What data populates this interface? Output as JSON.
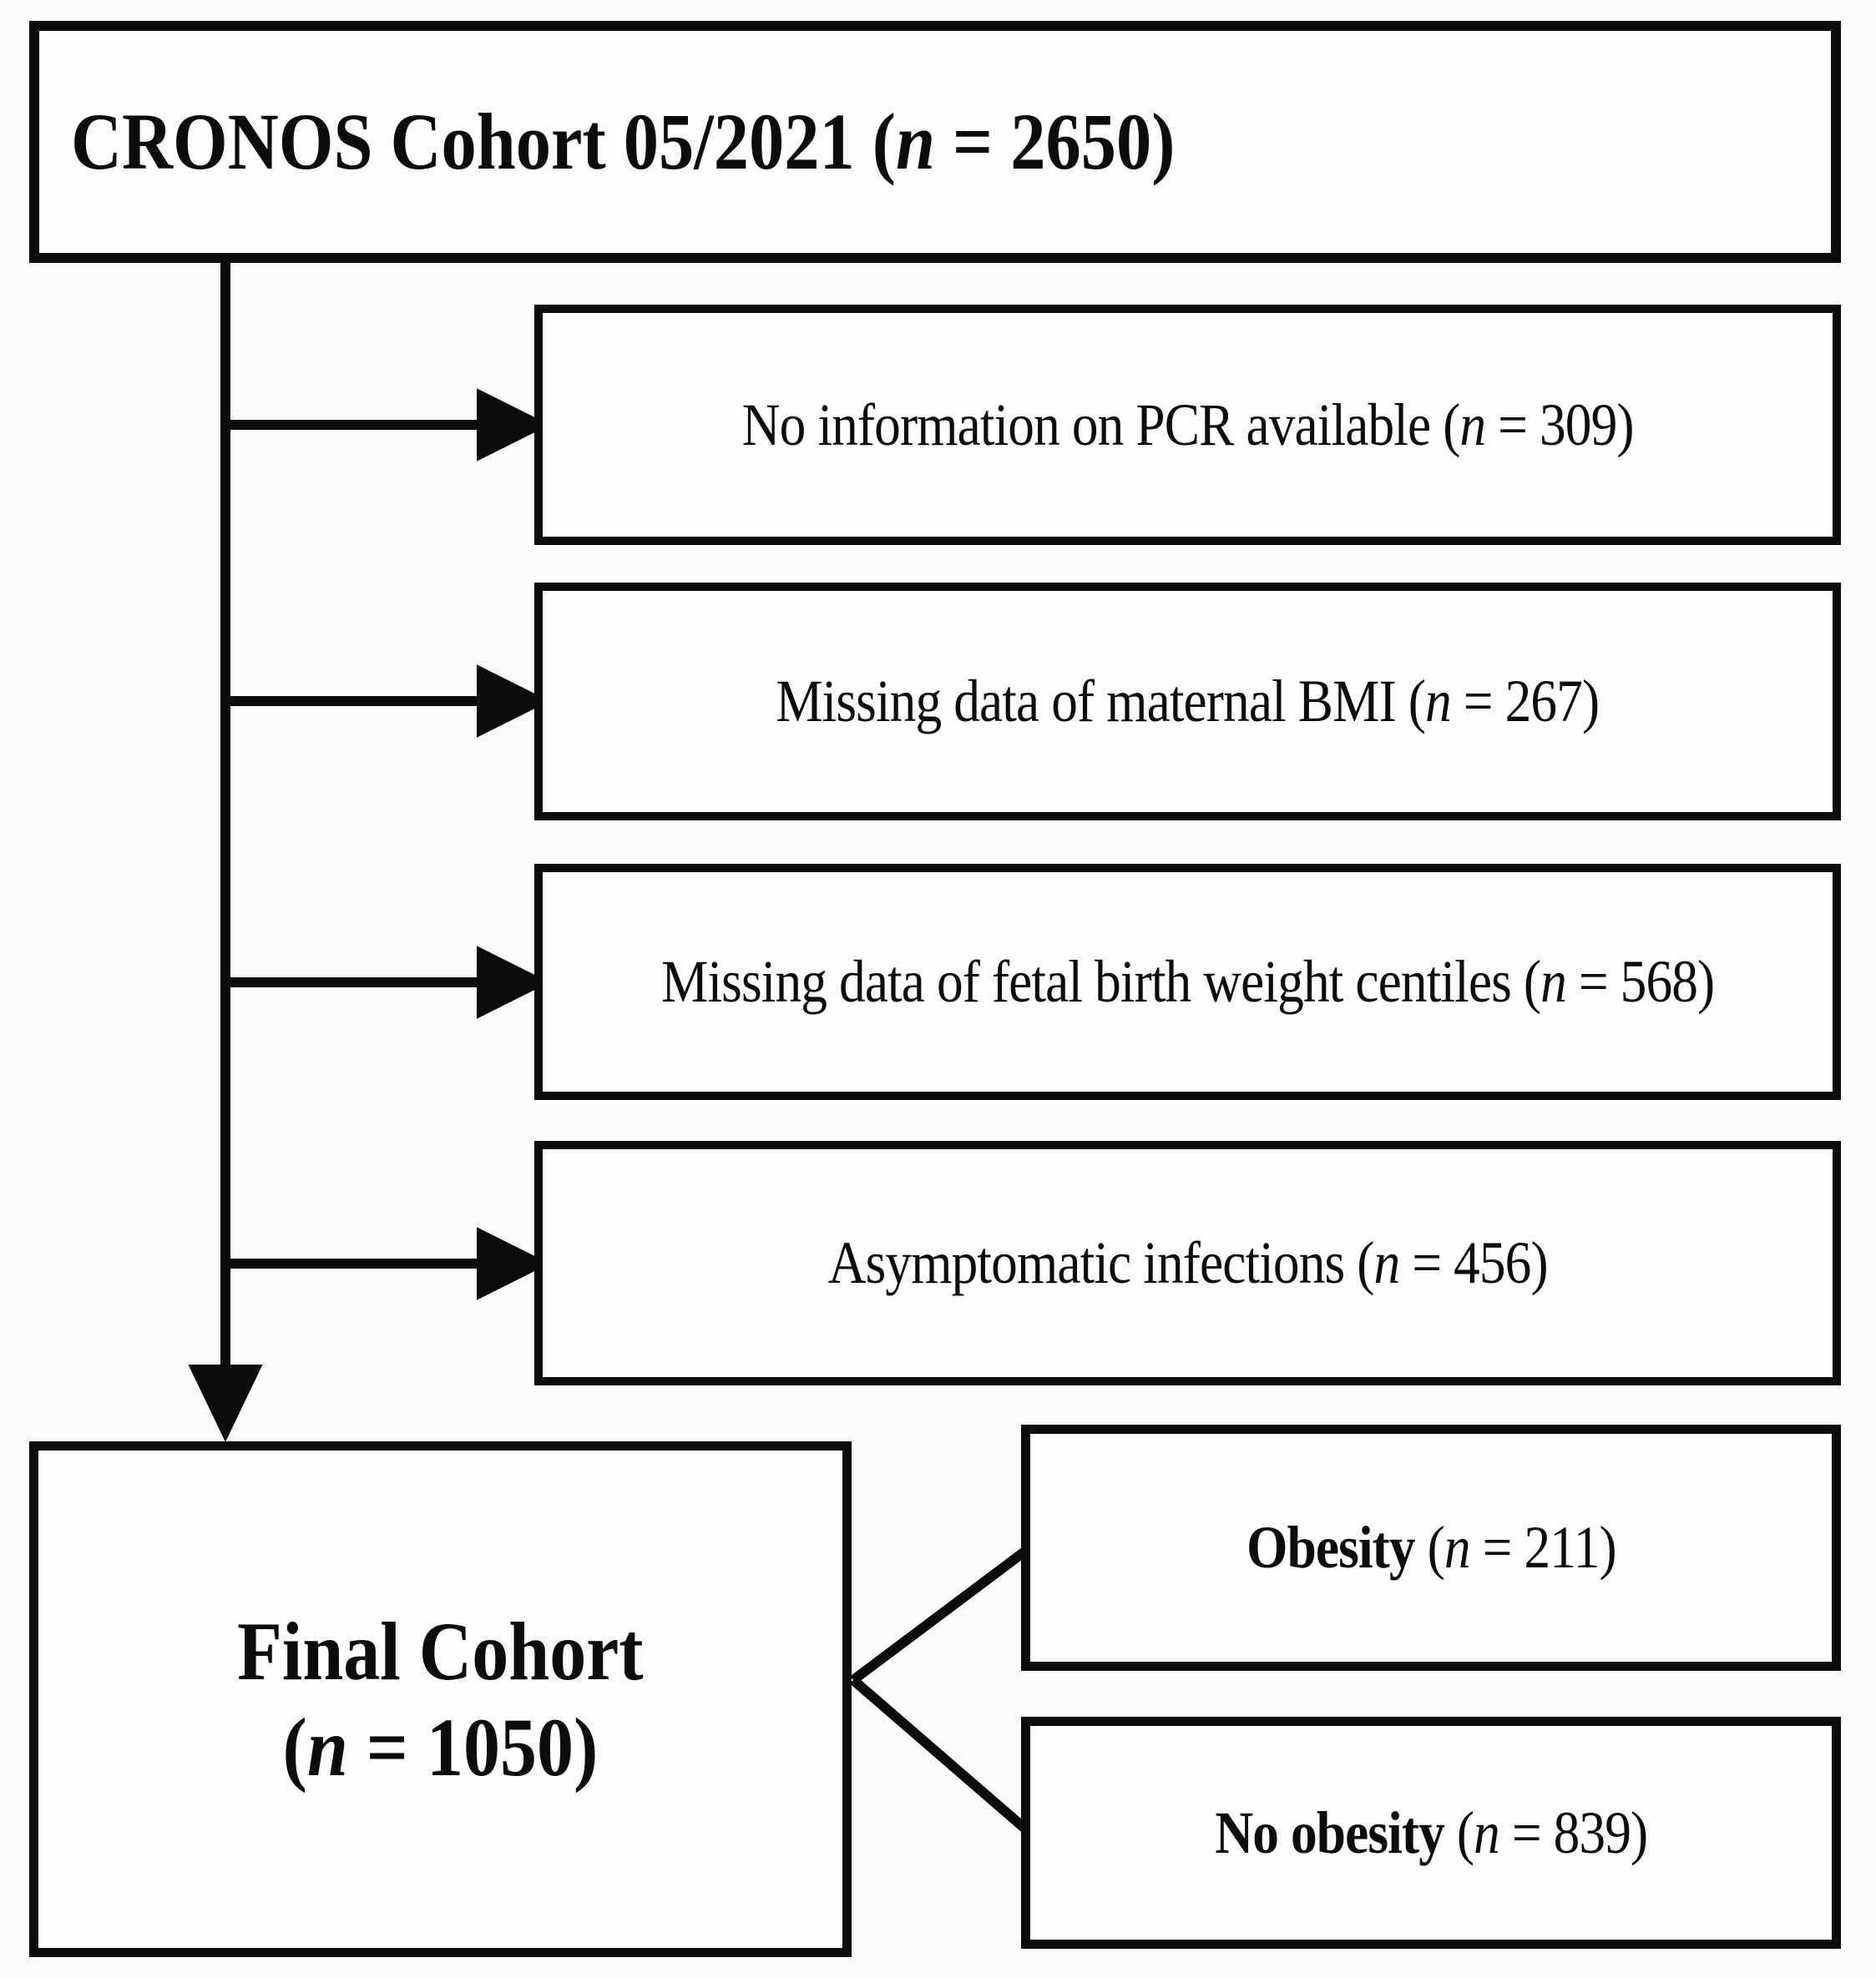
{
  "title_box": {
    "pre": "CRONOS Cohort 05/2021 (",
    "n": "n",
    "post": " = 2650)"
  },
  "exclusion_boxes": [
    {
      "pre": "No information on PCR available (",
      "n": "n",
      "post": " = 309)"
    },
    {
      "pre": "Missing data of maternal BMI (",
      "n": "n",
      "post": " = 267)"
    },
    {
      "pre": "Missing data of fetal birth weight centiles (",
      "n": "n",
      "post": " = 568)"
    },
    {
      "pre": "Asymptomatic infections (",
      "n": "n",
      "post": " = 456)"
    }
  ],
  "final_box": {
    "line1": "Final Cohort",
    "pre": "(",
    "n": "n",
    "post": " = 1050)"
  },
  "outcome_boxes": [
    {
      "bold": "Obesity",
      "pre": " (",
      "n": "n",
      "post": " = 211)"
    },
    {
      "bold": "No obesity",
      "pre": " (",
      "n": "n",
      "post": " = 839)"
    }
  ],
  "colors": {
    "line": "#0c0c0c",
    "background": "#fbfbfb",
    "box_fill": "#fdfdfd",
    "text": "#0c0c0c"
  }
}
